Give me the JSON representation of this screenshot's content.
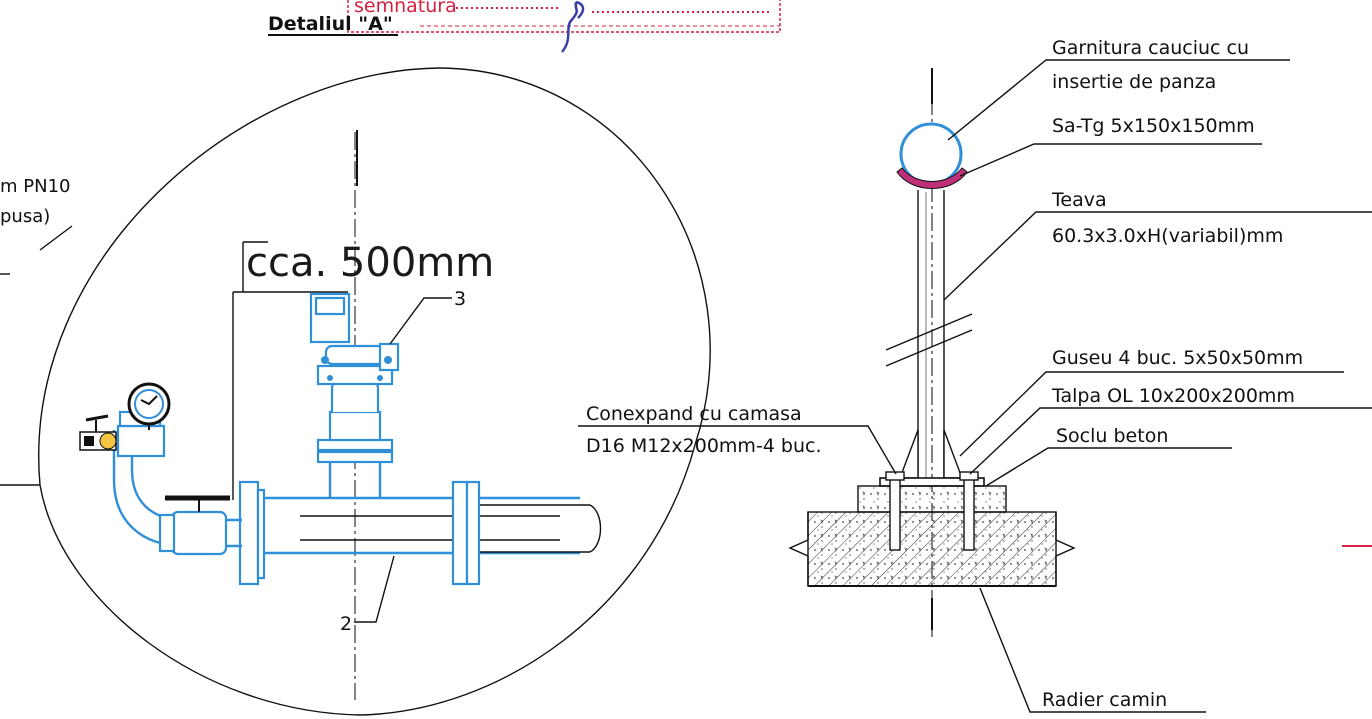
{
  "stamp": {
    "text": "semnatura"
  },
  "detail": {
    "title": "Detaliul \"A\""
  },
  "left_detail": {
    "dimension_label": "cca. 500mm",
    "callout_3": "3",
    "callout_2": "2",
    "partial_label_1": "m PN10",
    "partial_label_2": "pusa)"
  },
  "right_detail": {
    "labels": {
      "garnitura_1": "Garnitura cauciuc cu",
      "garnitura_2": "insertie de panza",
      "sa_tg": "Sa-Tg 5x150x150mm",
      "teava": "Teava",
      "teava_dim": "60.3x3.0xH(variabil)mm",
      "guseu": "Guseu 4 buc. 5x50x50mm",
      "talpa": "Talpa OL 10x200x200mm",
      "soclu": "Soclu beton",
      "conexpand_1": "Conexpand cu camasa",
      "conexpand_2": "D16 M12x200mm-4 buc.",
      "radier": "Radier camin"
    }
  },
  "colors": {
    "pipe": "#2f8fd8",
    "stamp": "#d4213f",
    "saddle": "#c0307a",
    "pen": "#3a3fa8"
  }
}
